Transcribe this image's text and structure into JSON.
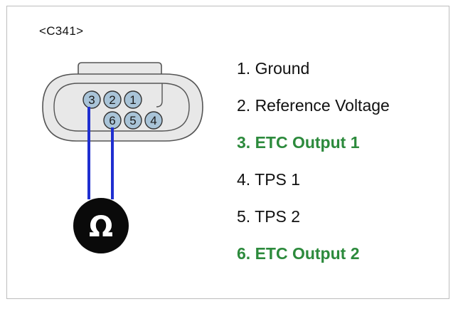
{
  "connector": {
    "name": "<C341>"
  },
  "pins": [
    {
      "number": "1",
      "label": "1. Ground",
      "highlight": false
    },
    {
      "number": "2",
      "label": "2. Reference Voltage",
      "highlight": false
    },
    {
      "number": "3",
      "label": "3. ETC Output 1",
      "highlight": true
    },
    {
      "number": "4",
      "label": "4. TPS 1",
      "highlight": false
    },
    {
      "number": "5",
      "label": "5. TPS 2",
      "highlight": false
    },
    {
      "number": "6",
      "label": "6. ETC Output 2",
      "highlight": true
    }
  ],
  "meter": {
    "symbol": "Ω"
  },
  "colors": {
    "wire": "#1f2fd0",
    "highlight": "#2c8a3c",
    "pin_fill": "#a9c4d8",
    "housing_fill": "#e8e8e8"
  },
  "icons": {
    "meter": "ohmmeter-icon"
  }
}
